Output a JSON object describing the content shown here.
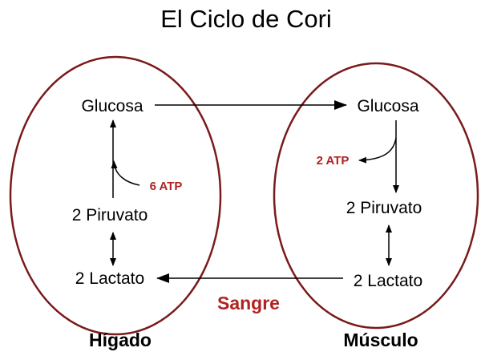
{
  "title": "El Ciclo de Cori",
  "colors": {
    "accent_red": "#b22222",
    "outline": "#7a1a1a",
    "text": "#000000"
  },
  "liver": {
    "label": "Hígado",
    "glucose": "Glucosa",
    "pyruvate": "2 Piruvato",
    "lactate": "2 Lactato",
    "atp": "6 ATP"
  },
  "muscle": {
    "label": "Músculo",
    "glucose": "Glucosa",
    "pyruvate": "2 Piruvato",
    "lactate": "2 Lactato",
    "atp": "2 ATP"
  },
  "blood_label": "Sangre"
}
